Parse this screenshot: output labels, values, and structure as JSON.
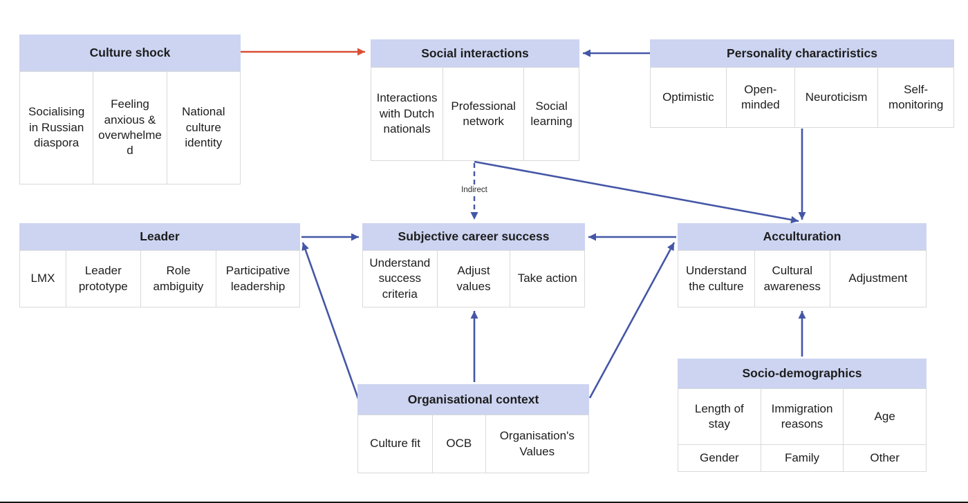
{
  "colors": {
    "header_bg": "#ccd4f1",
    "cell_border": "#d9d9d9",
    "arrow_blue": "#4456a6",
    "arrow_red": "#d94f35",
    "text": "#1d1d1d"
  },
  "boxes": {
    "culture_shock": {
      "title": "Culture shock",
      "cells": [
        "Socialising in Russian diaspora",
        "Feeling anxious & overwhelmed",
        "National culture identity"
      ]
    },
    "social_interactions": {
      "title": "Social interactions",
      "cells": [
        "Interactions with Dutch nationals",
        "Professional network",
        "Social learning"
      ]
    },
    "personality": {
      "title": "Personality charactiristics",
      "cells": [
        "Optimistic",
        "Open-minded",
        "Neuroticism",
        "Self-monitoring"
      ]
    },
    "leader": {
      "title": "Leader",
      "cells": [
        "LMX",
        "Leader prototype",
        "Role ambiguity",
        "Participative leadership"
      ]
    },
    "career_success": {
      "title": "Subjective career success",
      "cells": [
        "Understand success criteria",
        "Adjust values",
        "Take action"
      ]
    },
    "acculturation": {
      "title": "Acculturation",
      "cells": [
        "Understand the culture",
        "Cultural awareness",
        "Adjustment"
      ]
    },
    "org_context": {
      "title": "Organisational context",
      "cells": [
        "Culture fit",
        "OCB",
        "Organisation's Values"
      ]
    },
    "socio_demographics": {
      "title": "Socio-demographics",
      "cells_row1": [
        "Length of stay",
        "Immigration reasons",
        "Age"
      ],
      "cells_row2": [
        "Gender",
        "Family",
        "Other"
      ]
    }
  },
  "arrow_labels": {
    "indirect": "Indirect"
  }
}
